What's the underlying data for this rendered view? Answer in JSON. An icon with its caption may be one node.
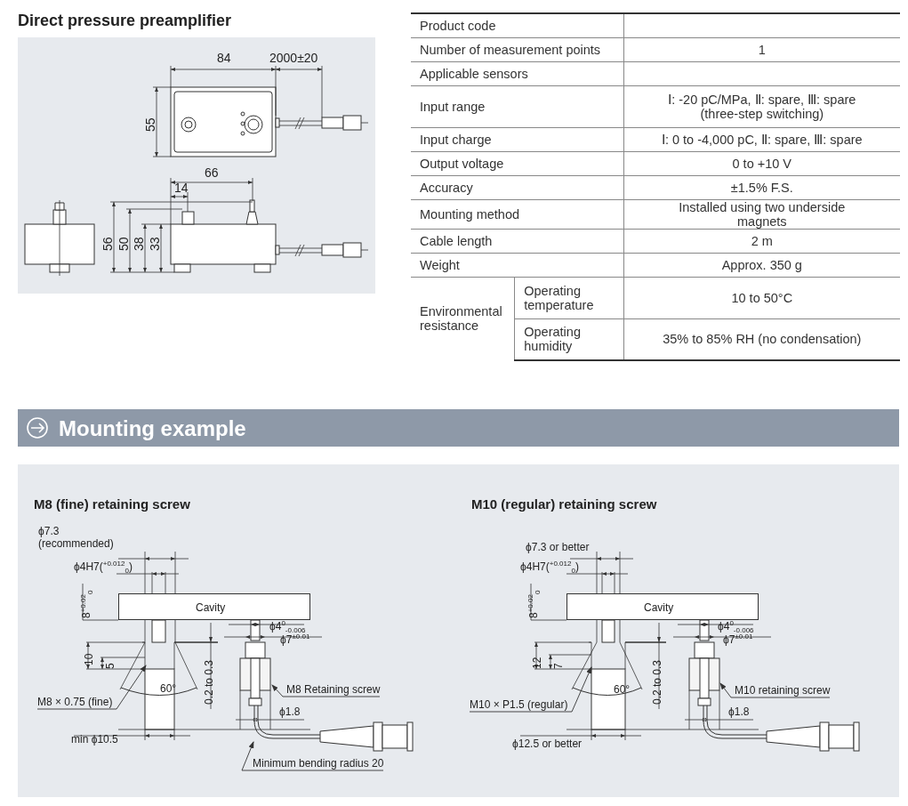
{
  "diagram": {
    "nodes": [
      {
        "text": [
          "Cavity"
        ]
      },
      {
        "text": [
          "M8 × 0.75 (fine)"
        ]
      },
      {
        "text": [
          "M8 Retaining screw"
        ]
      },
      {
        "text": [
          "Minimum bending radius 20"
        ]
      },
      {
        "text": [
          "Cavity"
        ]
      },
      {
        "text": [
          "M10 × P1.5 (regular)"
        ]
      },
      {
        "text": [
          "M10 retaining screw"
        ]
      }
    ],
    "edges": [
      {
        "from": 1,
        "to": null,
        "arrow": "to"
      },
      {
        "from": 2,
        "to": null,
        "arrow": "to"
      },
      {
        "from": 3,
        "to": null,
        "arrow": "to"
      },
      {
        "from": 5,
        "to": null,
        "arrow": "to"
      },
      {
        "from": 6,
        "to": null,
        "arrow": "to"
      }
    ],
    "labels": [
      "Direct pressure preamplifier",
      "84",
      "2000±20",
      "55",
      "66",
      "14",
      "56",
      "50",
      "38",
      "33",
      "Product code",
      "Number of measurement points",
      "1",
      "Applicable sensors",
      "Input range",
      "Ⅰ: -20 pC/MPa, Ⅱ: spare, Ⅲ: spare (three-step switching)",
      "Input charge",
      "Ⅰ: 0 to -4,000 pC, Ⅱ: spare, Ⅲ: spare",
      "Output voltage",
      "0 to +10 V",
      "Accuracy",
      "±1.5% F.S.",
      "Mounting method",
      "Installed using two underside magnets",
      "Cable length",
      "2 m",
      "Weight",
      "Approx. 350 g",
      "Environmental resistance",
      "Operating temperature",
      "10 to 50°C",
      "Operating humidity",
      "35% to 85% RH (no condensation)",
      "Mounting example",
      "M8 (fine) retaining screw",
      "M10 (regular) retaining screw",
      "ϕ7.3 (recommended)",
      "ϕ4H7($^{+0.012}$$_{0}$)",
      "8$^{+0.02}$$_{0}$",
      "ϕ4$^{0}$$_{-0.006}$",
      "ϕ7$^{±0.01}$",
      "10",
      "5",
      "60°",
      "0.2 to 0.3",
      "ϕ1.8",
      "min ϕ10.5",
      "ϕ7.3 or better",
      "ϕ4H7($^{+0.012}$$_{0}$)",
      "8$^{+0.02}$$_{0}$",
      "ϕ4$^{0}$$_{-0.006}$",
      "ϕ7$^{±0.01}$",
      "12",
      "7",
      "60°",
      "0.2 to 0.3",
      "ϕ1.8",
      "ϕ12.5 or better"
    ]
  }
}
